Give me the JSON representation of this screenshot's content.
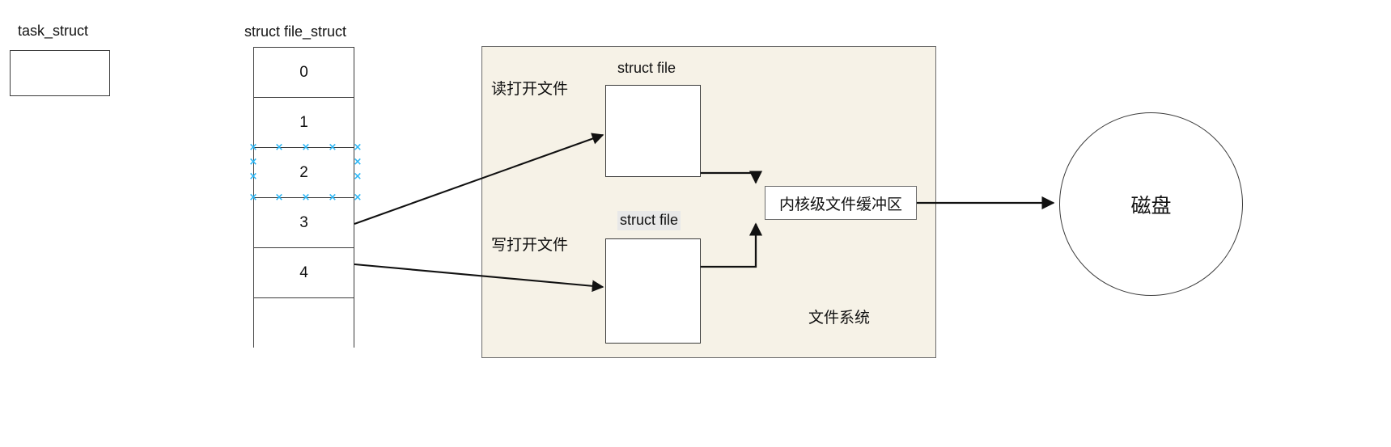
{
  "diagram": {
    "title_task_struct": "task_struct",
    "title_file_struct": "struct file_struct",
    "fd_table": {
      "rows": [
        {
          "label": "0",
          "selected": false
        },
        {
          "label": "1",
          "selected": false
        },
        {
          "label": "2",
          "selected": true
        },
        {
          "label": "3",
          "selected": false
        },
        {
          "label": "4",
          "selected": false
        },
        {
          "label": "",
          "selected": false
        }
      ]
    },
    "filesystem": {
      "label": "文件系统",
      "read_open_label": "读打开文件",
      "write_open_label": "写打开文件",
      "struct_file_read_title": "struct file",
      "struct_file_write_title": "struct file",
      "kernel_buffer_label": "内核级文件缓冲区"
    },
    "disk": {
      "label": "磁盘"
    },
    "colors": {
      "selection_handle": "#29b6f6",
      "filesystem_fill": "#f6f2e7",
      "box_stroke": "#3b3b3b",
      "panel_stroke": "#6b6b6b",
      "highlight_bg": "#e8e8e8",
      "canvas_bg": "#ffffff"
    }
  }
}
